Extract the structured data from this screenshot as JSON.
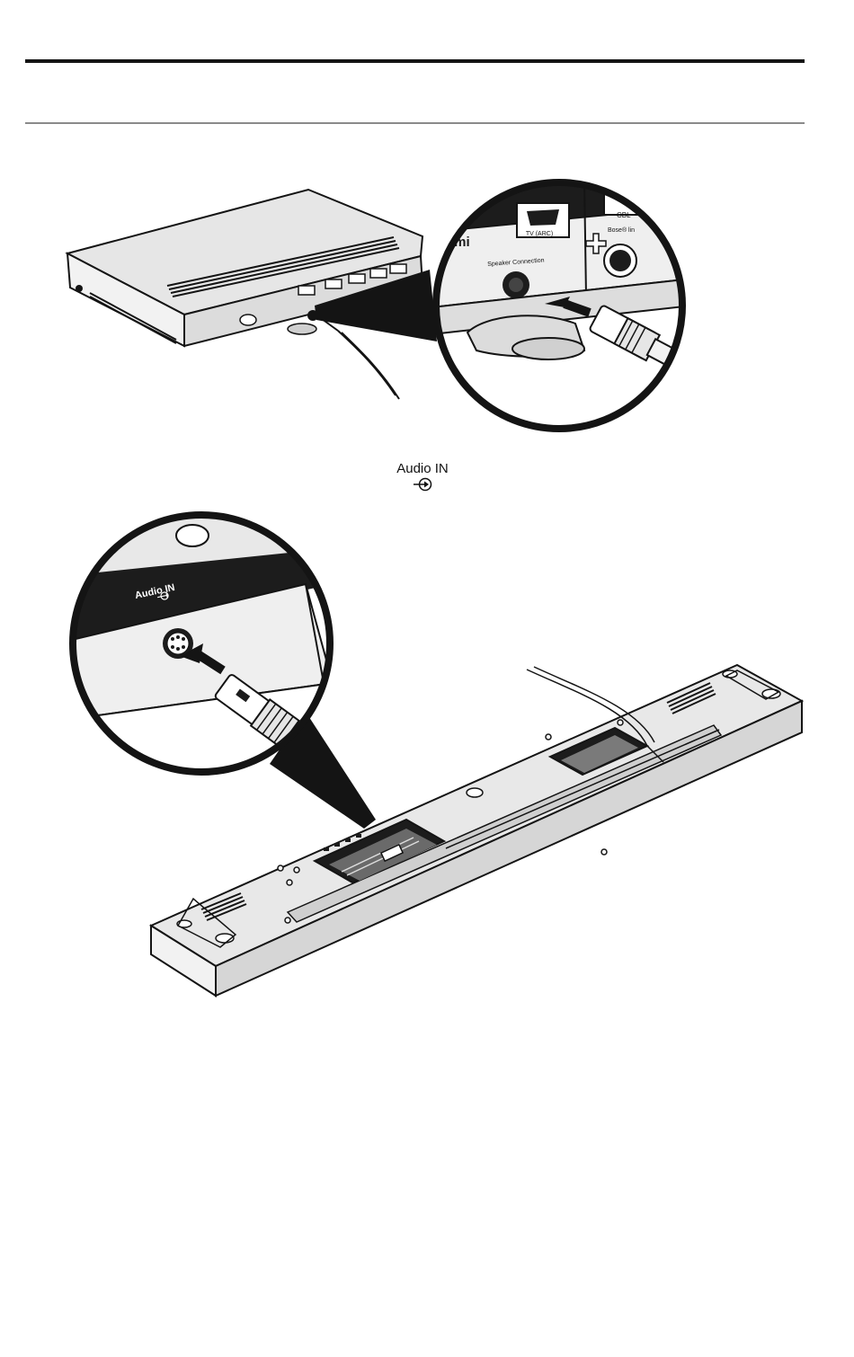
{
  "page": {
    "header_rule": "thick",
    "subheader_rule": "thin"
  },
  "console_callout": {
    "hdmi_logo_text": "ɑmi",
    "port_tv_label": "TV (ARC)",
    "port_cbl_label": "CBL",
    "speaker_connection_label": "Speaker Connection",
    "bose_link_label": "Bose® lin"
  },
  "audio_in_caption": {
    "label": "Audio IN",
    "icon": "input-arrow-icon"
  },
  "soundbar_callout": {
    "label": "Audio IN",
    "icon": "input-arrow-icon"
  },
  "colors": {
    "line": "#141414",
    "panel_dark": "#1c1c1c",
    "panel_mid": "#d9d9d9",
    "panel_light": "#efefef",
    "rule_thin": "#8a8a8a"
  }
}
